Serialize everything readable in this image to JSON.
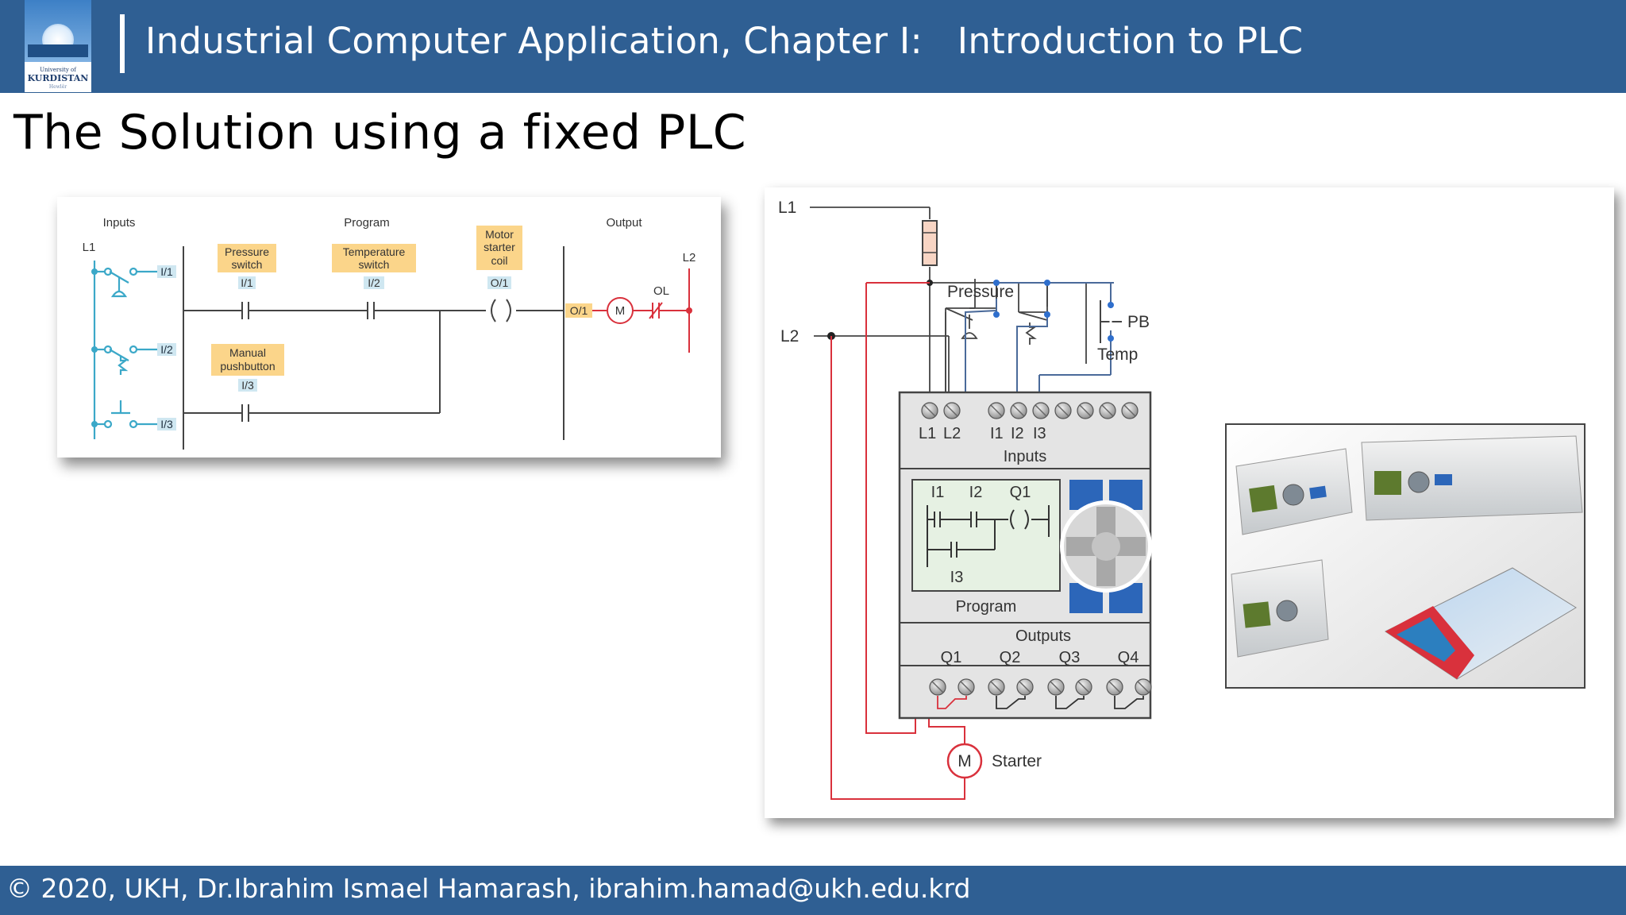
{
  "header": {
    "title": "Industrial Computer Application, Chapter I:   Introduction to PLC",
    "logo_small": "University of",
    "logo_name": "KURDISTAN",
    "logo_sub": "Hewlêr"
  },
  "slide": {
    "title": "The Solution using a fixed PLC"
  },
  "ladder": {
    "inputs_header": "Inputs",
    "program_header": "Program",
    "output_header": "Output",
    "l1": "L1",
    "l2": "L2",
    "in1": "I/1",
    "in2": "I/2",
    "in3": "I/3",
    "pressure_switch": [
      "Pressure",
      "switch"
    ],
    "temperature_switch": [
      "Temperature",
      "switch"
    ],
    "manual_pushbutton": [
      "Manual",
      "pushbutton"
    ],
    "motor_starter_coil": [
      "Motor",
      "starter",
      "coil"
    ],
    "o1": "O/1",
    "motor": "M",
    "ol": "OL"
  },
  "wiring": {
    "l1": "L1",
    "l2": "L2",
    "pressure": "Pressure",
    "temp": "Temp",
    "pb": "PB",
    "terminal_labels": [
      "L1",
      "L2",
      "I1",
      "I2",
      "I3"
    ],
    "inputs": "Inputs",
    "program": "Program",
    "screen_top": [
      "I1",
      "I2",
      "Q1"
    ],
    "screen_bottom": "I3",
    "outputs": "Outputs",
    "output_labels": [
      "Q1",
      "Q2",
      "Q3",
      "Q4"
    ],
    "motor": "M",
    "starter": "Starter"
  },
  "footer": {
    "text": "© 2020, UKH, Dr.Ibrahim Ismael Hamarash, ibrahim.hamad@ukh.edu.krd"
  },
  "colors": {
    "header_bg": "#2f5f93",
    "ladder_blue": "#3ba8c8",
    "label_yellow": "#fbd58a",
    "address_blue": "#cfe7f1",
    "red": "#d9313c",
    "plc_body": "#e4e4e4",
    "plc_screen": "#e6f1e3",
    "keypad_blue": "#2c66b9"
  }
}
